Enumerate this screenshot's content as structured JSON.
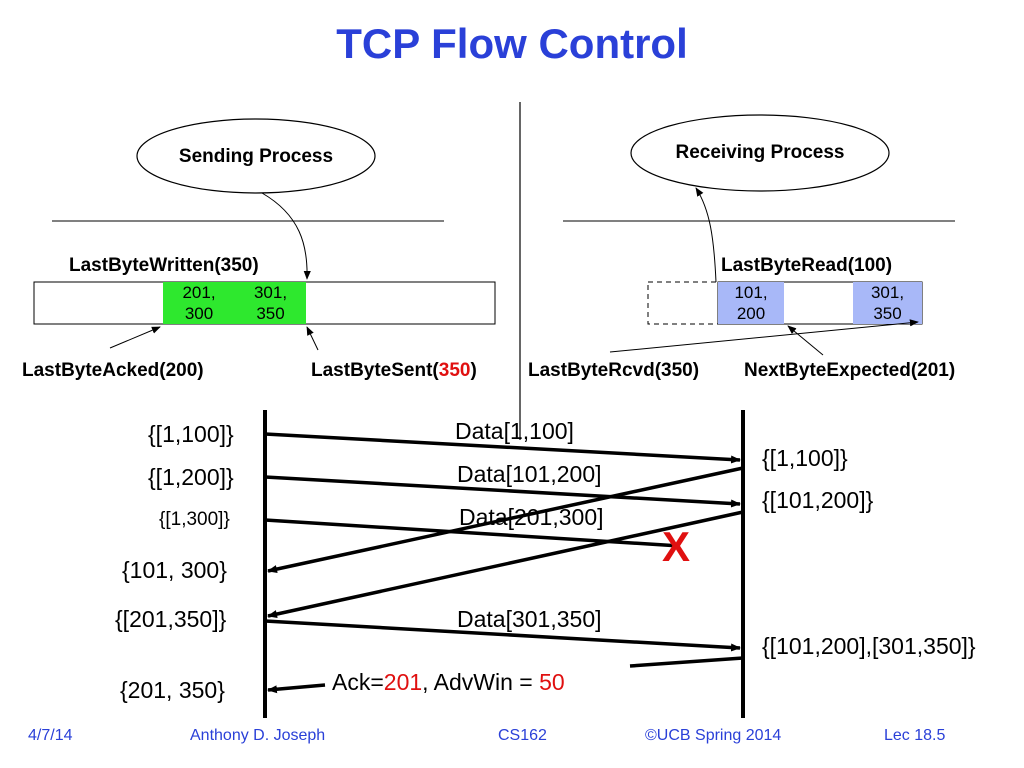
{
  "title": "TCP Flow Control",
  "sender": {
    "process": "Sending Process",
    "last_byte_written": "LastByteWritten(350)",
    "cell_a": "201,\n300",
    "cell_b": "301,\n350",
    "last_byte_acked": "LastByteAcked(200)",
    "last_byte_sent_prefix": "LastByteSent(",
    "last_byte_sent_value": "350",
    "last_byte_sent_suffix": ")"
  },
  "receiver": {
    "process": "Receiving Process",
    "last_byte_read": "LastByteRead(100)",
    "cell_a": "101,\n200",
    "cell_b": "301,\n350",
    "last_byte_rcvd": "LastByteRcvd(350)",
    "next_byte_expected": "NextByteExpected(201)"
  },
  "sequence": {
    "sender_states": [
      "{[1,100]}",
      "{[1,200]}",
      "{[1,300]}",
      "{101, 300}",
      "{[201,350]}",
      "{201, 350}"
    ],
    "receiver_states": [
      "{[1,100]}",
      "{[101,200]}",
      "{[101,200],[301,350]}"
    ],
    "messages": [
      "Data[1,100]",
      "Data[101,200]",
      "Data[201,300]",
      "Data[301,350]"
    ],
    "loss_mark": "X",
    "ack": {
      "prefix": "Ack=",
      "ack_value": "201",
      "middle": ", AdvWin = ",
      "win_value": "50"
    }
  },
  "footer": {
    "date": "4/7/14",
    "author": "Anthony D. Joseph",
    "course": "CS162",
    "copyright": "©UCB Spring 2014",
    "lecture": "Lec 18.5"
  },
  "colors": {
    "title": "#2a40d8",
    "sent_buffer": "#2ee82e",
    "recv_buffer": "#a8b8f8",
    "highlight": "#e01010"
  }
}
